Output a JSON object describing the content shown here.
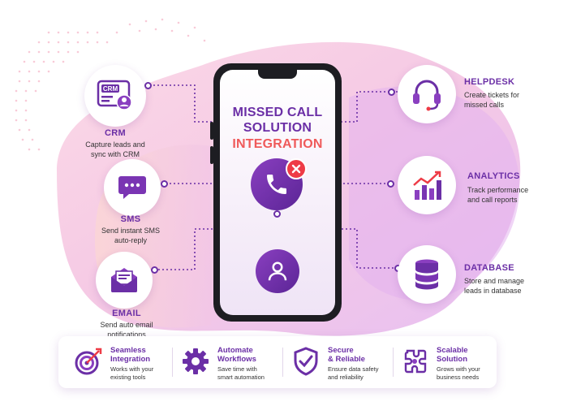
{
  "phone": {
    "title_line1": "MISSED CALL",
    "title_line2": "SOLUTION",
    "title_line3": "INTEGRATION"
  },
  "features_left": [
    {
      "title": "CRM",
      "icon_text": "CRM",
      "icon": "crm-card-icon",
      "desc1": "Capture leads and",
      "desc2": "sync with CRM"
    },
    {
      "title": "SMS",
      "icon": "chat-bubble-icon",
      "desc1": "Send instant SMS",
      "desc2": "auto-reply"
    },
    {
      "title": "EMAIL",
      "icon": "envelope-icon",
      "desc1": "Send auto email",
      "desc2": "notifications"
    }
  ],
  "features_right": [
    {
      "title": "HELPDESK",
      "icon": "headset-icon",
      "desc1": "Create tickets for",
      "desc2": "missed calls"
    },
    {
      "title": "ANALYTICS",
      "icon": "bar-chart-icon",
      "desc1": "Track performance",
      "desc2": "and call reports"
    },
    {
      "title": "DATABASE",
      "icon": "database-icon",
      "desc1": "Store and manage",
      "desc2": "leads in database"
    }
  ],
  "benefits": [
    {
      "title1": "Seamless",
      "title2": "Integration",
      "icon": "target-icon",
      "desc1": "Works with your",
      "desc2": "existing tools"
    },
    {
      "title1": "Automate",
      "title2": "Workflows",
      "icon": "gear-icon",
      "desc1": "Save time with",
      "desc2": "smart automation"
    },
    {
      "title1": "Secure",
      "title2": "& Reliable",
      "icon": "shield-check-icon",
      "desc1": "Ensure data safety",
      "desc2": "and reliability"
    },
    {
      "title1": "Scalable",
      "title2": "Solution",
      "icon": "puzzle-brain-icon",
      "desc1": "Grows with your",
      "desc2": "business needs"
    }
  ],
  "colors": {
    "primary_purple": "#6b2fa6",
    "accent_red": "#ef5a5a",
    "miss_badge_red": "#ee3b46",
    "blob_pink": "#f5b6cf",
    "blob_purple": "#e7b8ef"
  }
}
